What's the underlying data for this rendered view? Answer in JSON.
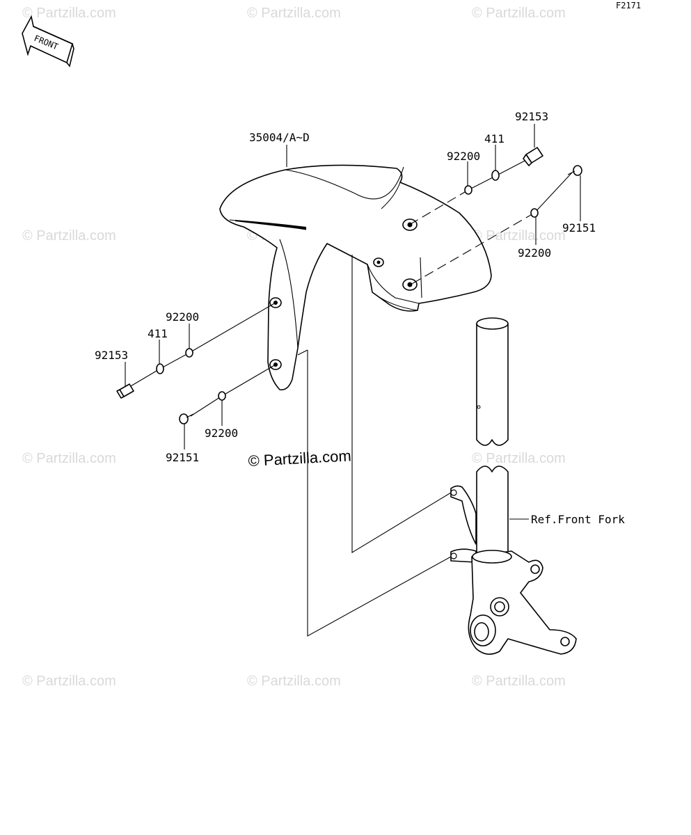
{
  "diagram": {
    "code": "F2171",
    "front_label": "FRONT",
    "reference_label": "Ref.Front Fork",
    "watermark": "© Partzilla.com",
    "center_watermark": "© Partzilla.com",
    "parts": {
      "fender": "35004/A~D",
      "bolt_upper_right": "92153",
      "collar_upper_right": "411",
      "washer_upper_right": "92200",
      "bolt_right": "92151",
      "washer_right": "92200",
      "washer_left_upper": "92200",
      "collar_left": "411",
      "bolt_left_upper": "92153",
      "washer_left_lower": "92200",
      "bolt_left_lower": "92151"
    }
  }
}
